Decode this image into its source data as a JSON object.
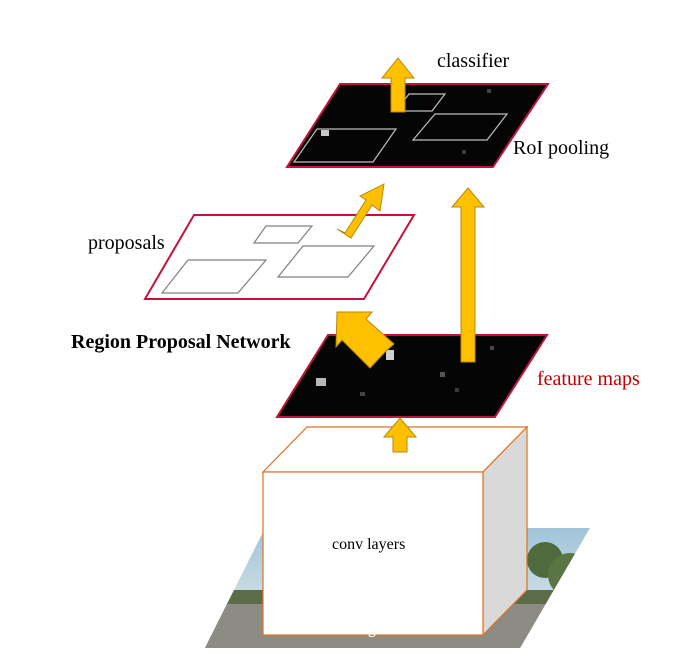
{
  "labels": {
    "classifier": "classifier",
    "roi_pooling": "RoI pooling",
    "proposals": "proposals",
    "rpn": "Region Proposal Network",
    "feature_maps": "feature maps",
    "conv_layers": "conv layers",
    "image": "image"
  },
  "colors": {
    "arrow": "#ffc000",
    "arrow_outline": "#b8860b",
    "map_fill": "#050505",
    "map_border": "#c0143c",
    "proposal_border": "#c0143c",
    "feature_label": "#c00000",
    "conv_border": "#e07020",
    "conv_side": "#d9d9d9"
  }
}
